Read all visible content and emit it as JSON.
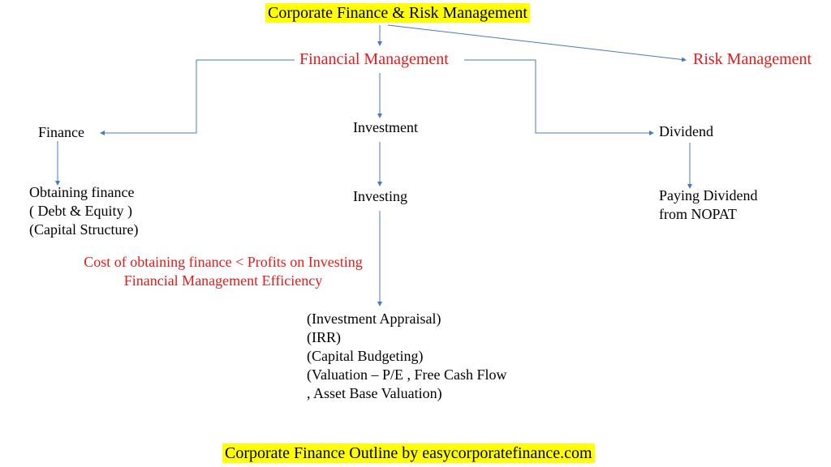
{
  "title": "Corporate Finance & Risk Management",
  "financial_management": "Financial Management",
  "risk_management": "Risk Management",
  "finance": "Finance",
  "investment": "Investment",
  "dividend": "Dividend",
  "finance_details": [
    "Obtaining finance",
    "( Debt & Equity )",
    "(Capital Structure)"
  ],
  "investing": "Investing",
  "dividend_details": [
    "Paying Dividend",
    "from NOPAT"
  ],
  "efficiency": [
    "Cost of obtaining finance < Profits on Investing",
    "Financial Management Efficiency"
  ],
  "investing_details": [
    "(Investment Appraisal)",
    "(IRR)",
    "(Capital Budgeting)",
    "(Valuation – P/E , Free Cash Flow",
    ", Asset Base Valuation)"
  ],
  "footer": "Corporate Finance Outline by easycorporatefinance.com",
  "colors": {
    "highlight": "#ffff00",
    "red": "#e31b1b",
    "connector": "#4a78c0"
  }
}
